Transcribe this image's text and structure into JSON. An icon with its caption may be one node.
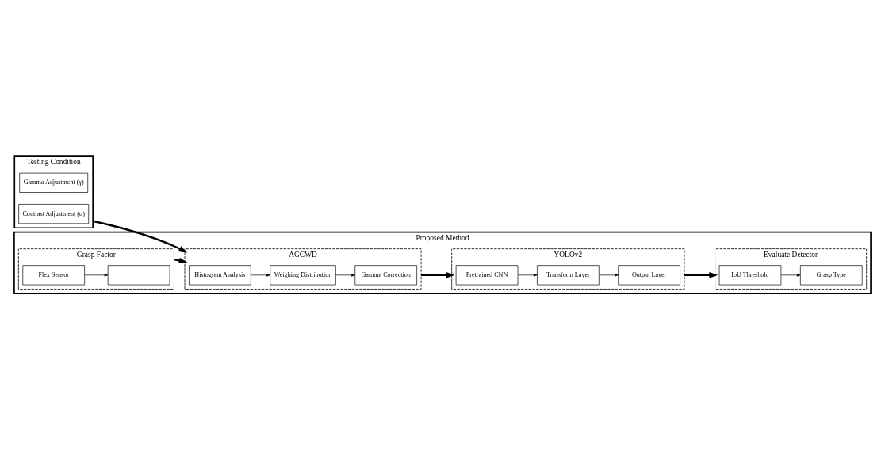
{
  "diagram": {
    "nodes": [
      {
        "text": [
          "Testing Condition"
        ]
      },
      {
        "text": [
          "Gamma Adjustment (γ)"
        ],
        "in": 0
      },
      {
        "text": [
          "Contrast Adjustment (α)"
        ],
        "in": 0
      },
      {
        "text": [
          "Proposed Method"
        ]
      },
      {
        "text": [
          "AGCWD"
        ],
        "in": 3
      },
      {
        "text": [
          "Histogram Analysis"
        ],
        "in": 4
      },
      {
        "text": [
          "Weighing Distribution"
        ],
        "in": 4
      },
      {
        "text": [
          "Gamma Correction"
        ],
        "in": 4
      },
      {
        "text": [
          "YOLOv2"
        ],
        "in": 3
      },
      {
        "text": [
          "Pretrained CNN"
        ],
        "in": 8
      },
      {
        "text": [
          "Transform Layer"
        ],
        "in": 8
      },
      {
        "text": [
          "Output Layer"
        ],
        "in": 8
      },
      {
        "text": [
          "Grasp Factor"
        ],
        "in": 3
      },
      {
        "text": [],
        "shape": "box",
        "in": 12
      },
      {
        "text": [
          "Flex Sensor"
        ],
        "in": 12
      },
      {
        "text": [
          "Evaluate Detector"
        ],
        "in": 3
      },
      {
        "text": [
          "IoU Threshold"
        ],
        "in": 15
      },
      {
        "text": [
          "Grasp Type"
        ],
        "in": 15
      }
    ],
    "edges": [
      {
        "from": 0,
        "to": 4,
        "arrow": "to",
        "style": "thick"
      },
      {
        "from": 5,
        "to": 6,
        "arrow": "to"
      },
      {
        "from": 6,
        "to": 7,
        "arrow": "to"
      },
      {
        "from": 4,
        "to": 8,
        "arrow": "to",
        "style": "thick"
      },
      {
        "from": 9,
        "to": 10,
        "arrow": "to"
      },
      {
        "from": 10,
        "to": 11,
        "arrow": "to"
      },
      {
        "from": 14,
        "to": 13,
        "arrow": "to"
      },
      {
        "from": 12,
        "to": 4,
        "arrow": "to",
        "style": "thick"
      },
      {
        "from": 8,
        "to": 15,
        "arrow": "to",
        "style": "thick"
      },
      {
        "from": 16,
        "to": 17,
        "arrow": "to"
      }
    ]
  }
}
